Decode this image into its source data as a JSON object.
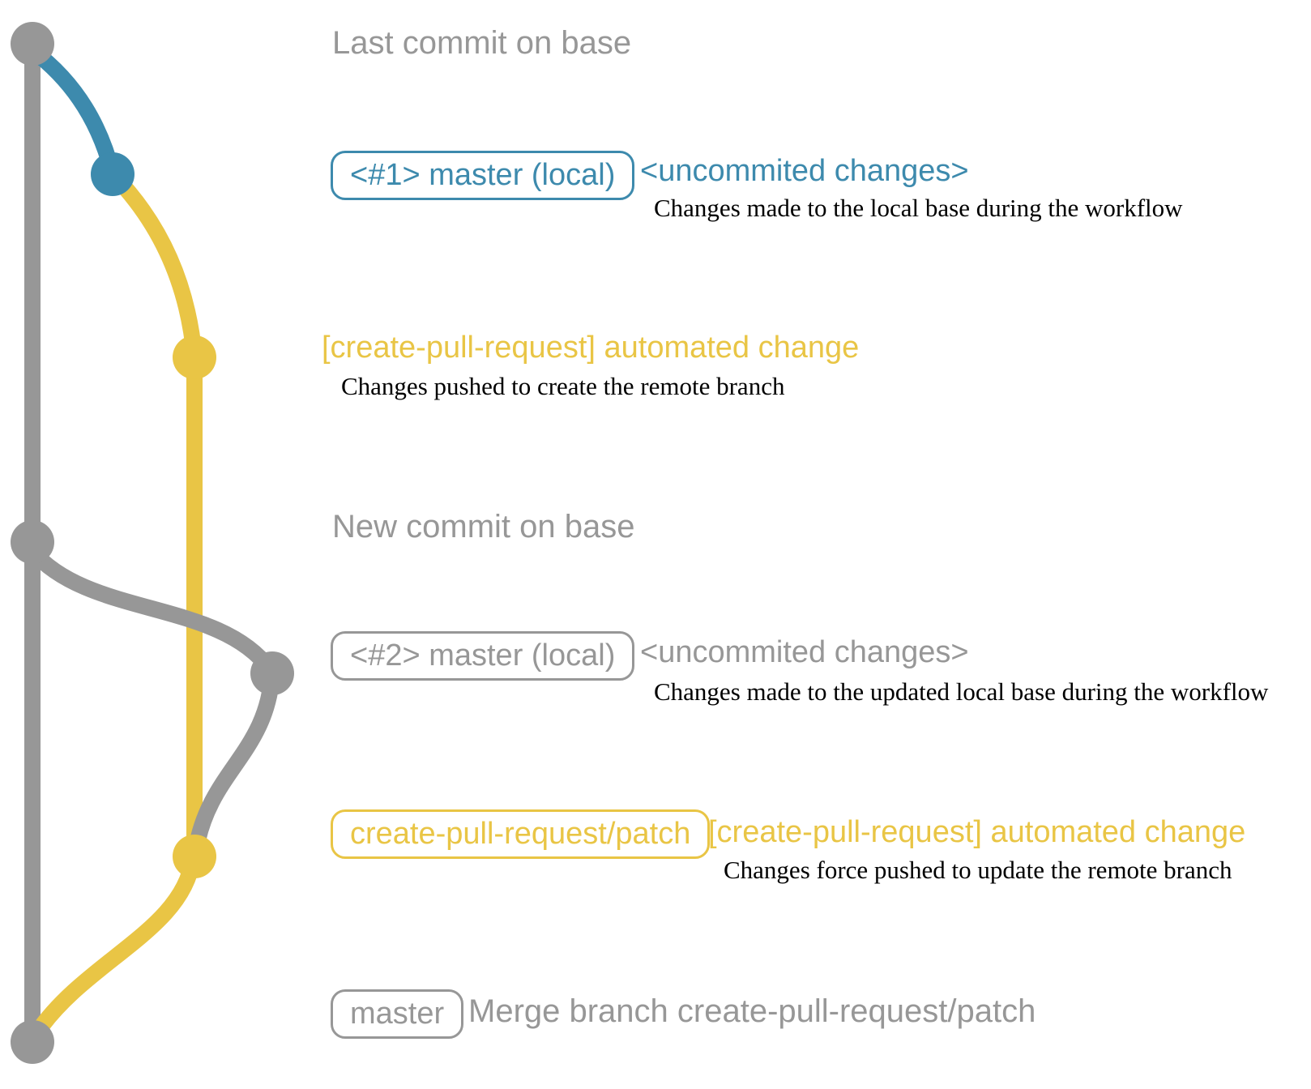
{
  "colors": {
    "gray": "#979797",
    "blue": "#3d8aad",
    "yellow": "#e9c545",
    "description_text": "#000000",
    "background": "#ffffff"
  },
  "diagram": {
    "type": "git-graph",
    "branches": [
      {
        "name": "base (master remote)",
        "color": "#979797"
      },
      {
        "name": "master (local) #1",
        "color": "#3d8aad"
      },
      {
        "name": "create-pull-request/patch",
        "color": "#e9c545"
      },
      {
        "name": "master (local) #2",
        "color": "#979797"
      }
    ],
    "commit_dots": [
      {
        "id": "last-commit-on-base",
        "color": "#979797"
      },
      {
        "id": "uncommited-changes-1",
        "color": "#3d8aad"
      },
      {
        "id": "automated-change-1",
        "color": "#e9c545"
      },
      {
        "id": "new-commit-on-base",
        "color": "#979797"
      },
      {
        "id": "uncommited-changes-2",
        "color": "#979797"
      },
      {
        "id": "automated-change-2",
        "color": "#e9c545"
      },
      {
        "id": "merge-commit",
        "color": "#979797"
      }
    ]
  },
  "ann": {
    "row1": {
      "label": "Last commit on base"
    },
    "row2": {
      "badge": "<#1> master (local)",
      "tag": "<uncommited changes>",
      "desc": "Changes made to the local base during the workflow"
    },
    "row3": {
      "label": "[create-pull-request] automated change",
      "desc": "Changes pushed to create the remote branch"
    },
    "row4": {
      "label": "New commit on base"
    },
    "row5": {
      "badge": "<#2> master (local)",
      "tag": "<uncommited changes>",
      "desc": "Changes made to the updated local base during the workflow"
    },
    "row6": {
      "badge": "create-pull-request/patch",
      "tag": "[create-pull-request] automated change",
      "desc": "Changes force pushed to update the remote branch"
    },
    "row7": {
      "badge": "master",
      "label": "Merge branch create-pull-request/patch"
    }
  }
}
